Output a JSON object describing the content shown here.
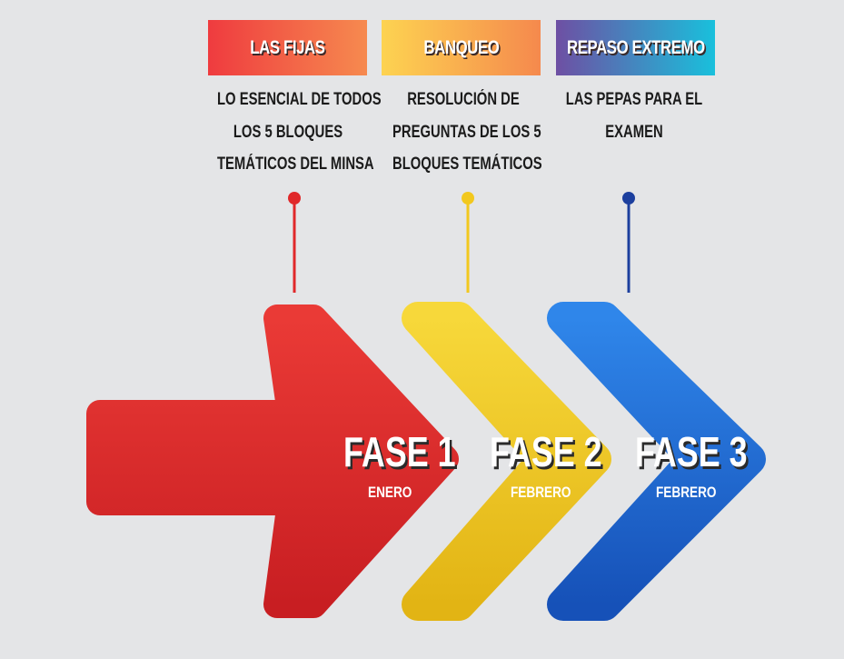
{
  "phases": [
    {
      "tag": "LAS FIJAS",
      "desc": [
        "LO ESENCIAL DE TODOS",
        "LOS 5 BLOQUES",
        "TEMÁTICOS DEL MINSA"
      ],
      "fase": "FASE 1",
      "mes": "ENERO",
      "color": "#e0282a"
    },
    {
      "tag": "BANQUEO",
      "desc": [
        "RESOLUCIÓN DE",
        "PREGUNTAS DE LOS 5",
        "BLOQUES TEMÁTICOS"
      ],
      "fase": "FASE 2",
      "mes": "FEBRERO",
      "color": "#f2c81e"
    },
    {
      "tag": "REPASO EXTREMO",
      "desc": [
        "LAS PEPAS PARA EL",
        "EXAMEN"
      ],
      "fase": "FASE 3",
      "mes": "FEBRERO",
      "color": "#1f6fd6"
    }
  ]
}
